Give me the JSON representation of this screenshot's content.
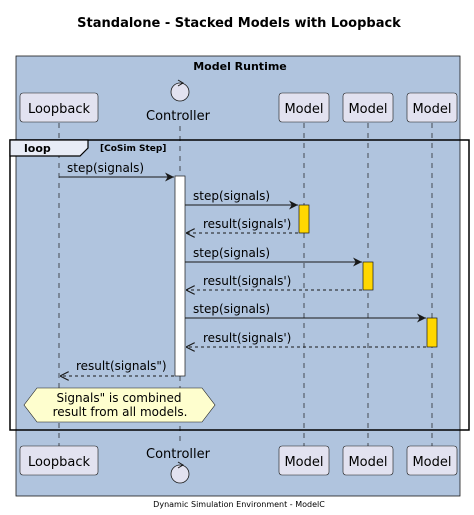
{
  "diagram": {
    "title": "Standalone - Stacked Models with Loopback",
    "footer": "Dynamic Simulation Environment - ModelC",
    "colors": {
      "box_fill": "#b0c4de",
      "participant_fill": "#e2e2f0",
      "activation_fill": "#ffd700",
      "note_fill": "#fefece",
      "border": "#181818"
    }
  },
  "box": {
    "title": "Model Runtime"
  },
  "participants": {
    "loopback": "Loopback",
    "controller": "Controller",
    "model1": "Model",
    "model2": "Model",
    "model3": "Model"
  },
  "loop": {
    "keyword": "loop",
    "condition": "[CoSim Step]"
  },
  "messages": [
    "step(signals)",
    "step(signals)",
    "result(signals')",
    "step(signals)",
    "result(signals')",
    "step(signals)",
    "result(signals')",
    "result(signals\")"
  ],
  "note": {
    "line1": "Signals\" is combined",
    "line2": "result from all models."
  }
}
